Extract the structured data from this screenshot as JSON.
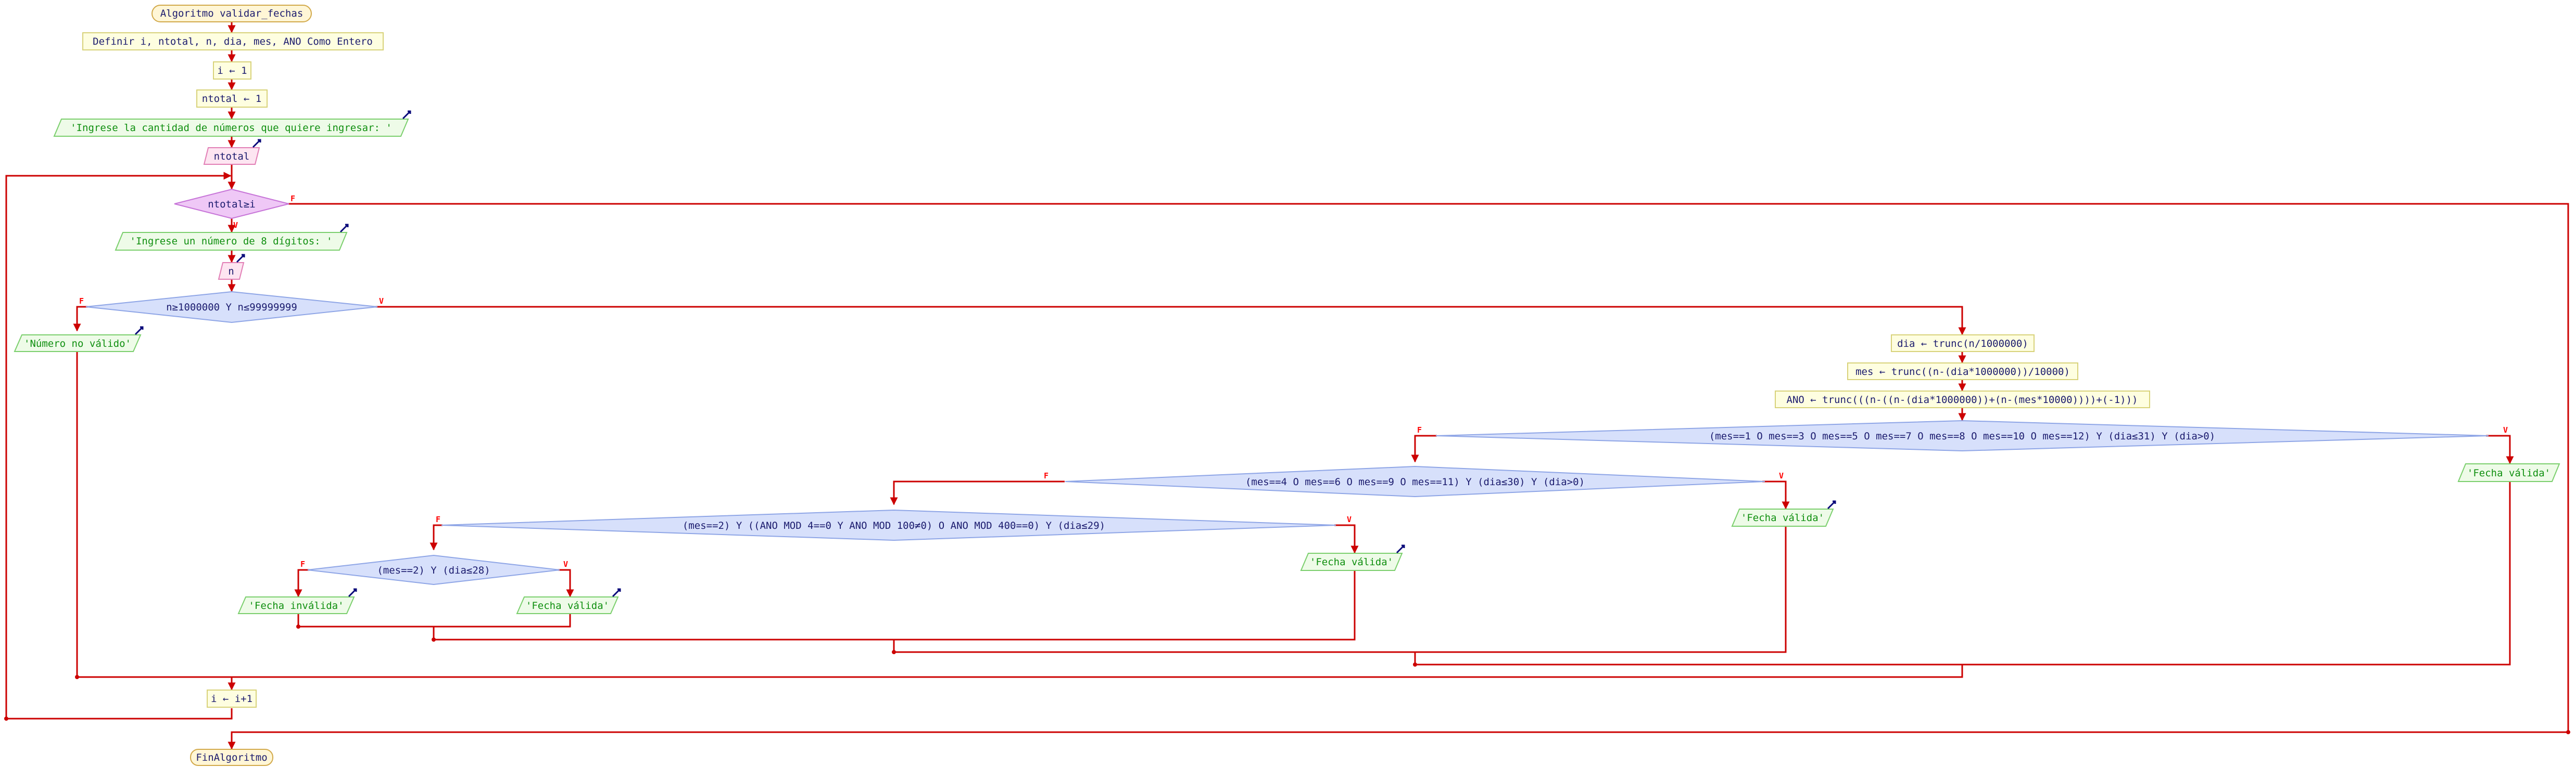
{
  "texts": {
    "start": "Algoritmo validar_fechas",
    "define": "Definir i, ntotal, n, dia, mes, ANO Como Entero",
    "init_i": "i ← 1",
    "init_ntotal": "ntotal ← 1",
    "prompt_count": "'Ingrese la cantidad de números que quiere ingresar: '",
    "read_ntotal": "ntotal",
    "while_cond": "ntotal≥i",
    "prompt_n": "'Ingrese un número de 8 dígitos: '",
    "read_n": "n",
    "cond_range": "n≥1000000 Y n≤99999999",
    "invalid_number": "'Número no válido'",
    "calc_dia": "dia ← trunc(n/1000000)",
    "calc_mes": "mes ← trunc((n-(dia*1000000))/10000)",
    "calc_ano": "ANO ← trunc(((n-((n-(dia*1000000))+(n-(mes*10000))))+(-1)))",
    "cond_31": "(mes==1 O mes==3 O mes==5 O mes==7 O mes==8 O mes==10 O mes==12) Y (dia≤31) Y (dia>0)",
    "cond_30": "(mes==4 O mes==6 O mes==9 O mes==11) Y (dia≤30) Y (dia>0)",
    "cond_leap": "(mes==2) Y ((ANO MOD 4==0 Y ANO MOD 100≠0) O ANO MOD 400==0) Y (dia≤29)",
    "cond_28": "(mes==2) Y (dia≤28)",
    "valid_date": "'Fecha válida'",
    "invalid_date": "'Fecha inválida'",
    "increment": "i ← i+1",
    "end": "FinAlgoritmo"
  },
  "branch": {
    "true": "V",
    "false": "F"
  },
  "colors": {
    "edge": "#cc0000",
    "text": "#1b1b6e",
    "output_text": "#0f8f0f",
    "number": "#d2902a",
    "decision_fill": "#d7e0fb",
    "while_fill": "#efc8f6",
    "process_fill": "#fefee0",
    "terminal_fill": "#fff6d6",
    "output_fill": "#eefbe8",
    "input_fill": "#fde5f1"
  }
}
